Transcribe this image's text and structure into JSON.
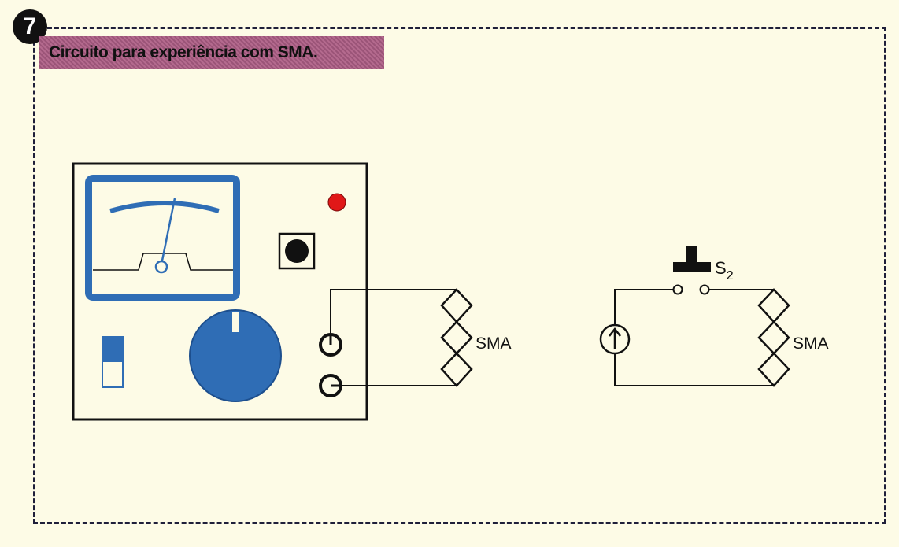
{
  "figure": {
    "number": "7",
    "caption": "Circuito para experiência com SMA."
  },
  "left_circuit": {
    "component_label": "SMA"
  },
  "right_circuit": {
    "switch_label": "S",
    "switch_subscript": "2",
    "component_label": "SMA"
  },
  "colors": {
    "instrument_blue": "#2f6db5",
    "indicator_red": "#e01818",
    "frame_border": "#1f1f3a",
    "caption_bg": "#a85e84"
  }
}
